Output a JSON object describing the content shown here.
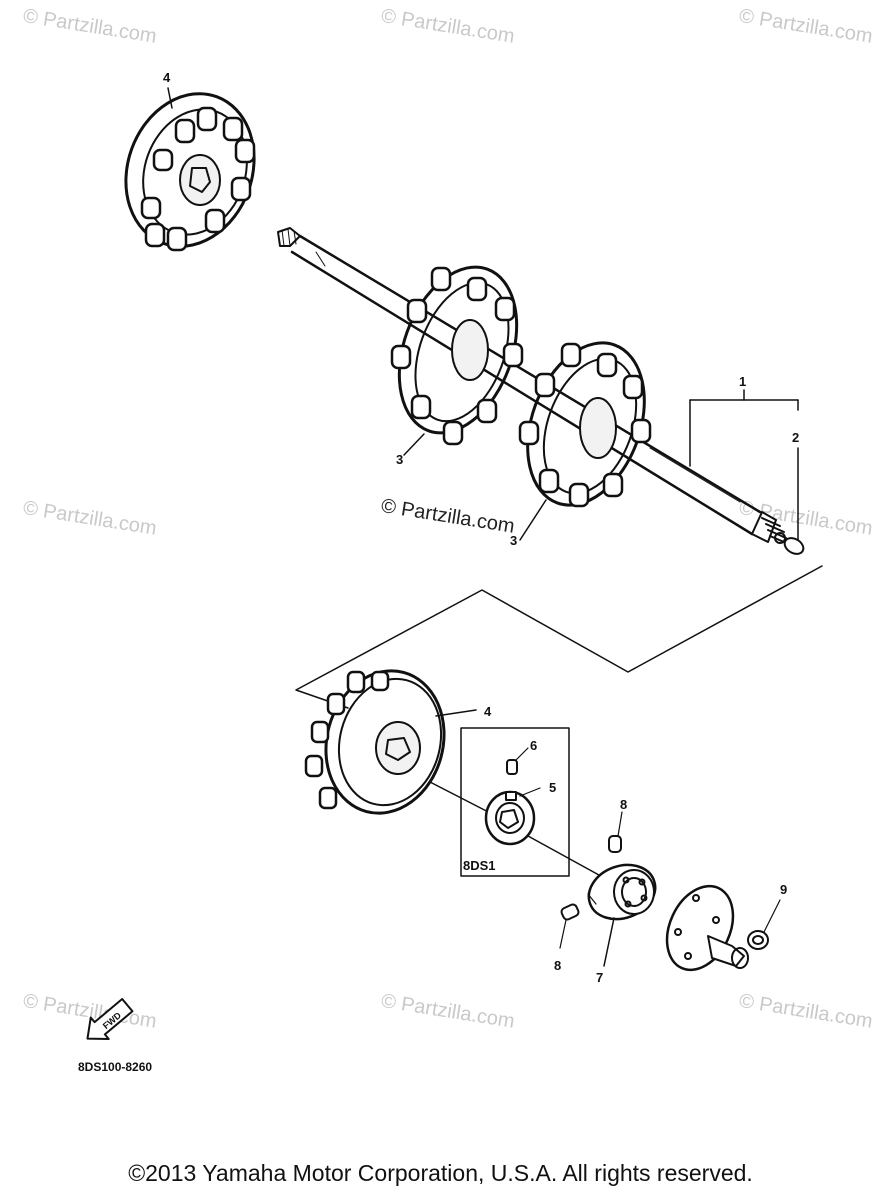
{
  "watermark": "© Partzilla.com",
  "callouts": {
    "c1": "1",
    "c2": "2",
    "c3": "3",
    "c3b": "3",
    "c4_top": "4",
    "c4_bottom": "4",
    "c5": "5",
    "c6": "6",
    "c7": "7",
    "c8_top": "8",
    "c8_bottom": "8",
    "c9": "9"
  },
  "box_label": "8DS1",
  "fwd_label": "FWD",
  "diagram_code": "8DS100-8260",
  "copyright": "©2013 Yamaha Motor Corporation, U.S.A. All rights reserved."
}
